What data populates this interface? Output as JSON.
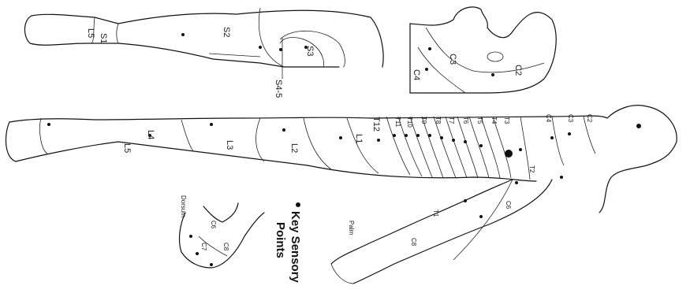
{
  "legend": {
    "line1": "Key Sensory",
    "line2": "Points"
  },
  "labels": {
    "L5_top": "L5",
    "S1": "S1",
    "S2": "S2",
    "S3": "S3",
    "S4_5": "S4-5",
    "C2_head": "C2",
    "C3_head": "C3",
    "C4_head": "C4",
    "T12": "T12",
    "T11": "T11",
    "T10": "T10",
    "T9": "T9",
    "T8": "T8",
    "T7": "T7",
    "T6": "T6",
    "T5": "T5",
    "T4": "T4",
    "T3": "T3",
    "C4": "C4",
    "C3": "C3",
    "C2": "C2",
    "T2": "T2",
    "T1": "T1",
    "C6_arm": "C6",
    "C8_arm": "C8",
    "L4": "L4",
    "L5": "L5",
    "L3": "L3",
    "L2": "L2",
    "L1": "L1",
    "Palm": "Palm",
    "Dorsum": "Dorsum",
    "C6_hand": "C6",
    "C7_hand": "C7",
    "C8_hand": "C8"
  },
  "colors": {
    "line": "#111111",
    "background": "#ffffff"
  }
}
